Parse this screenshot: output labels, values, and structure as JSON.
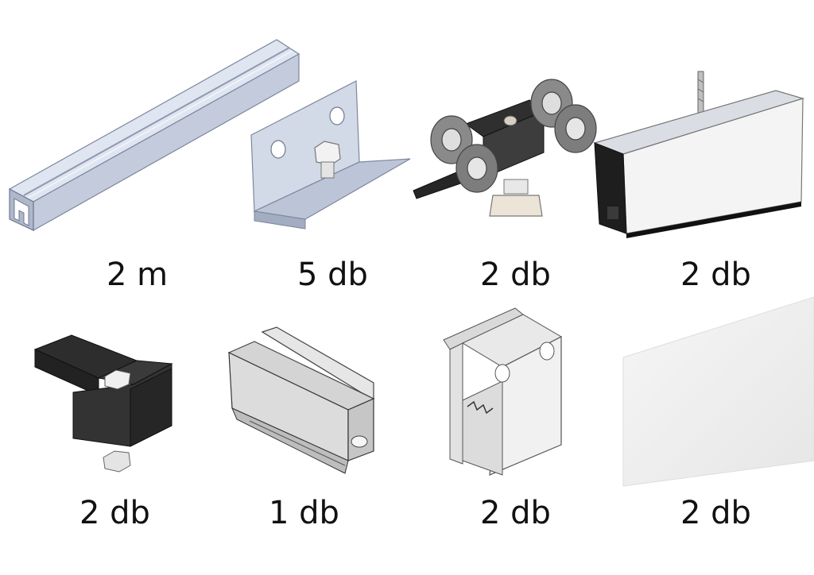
{
  "products": [
    {
      "name": "aluminium-rail",
      "quantity": "2 m"
    },
    {
      "name": "wall-mounting-bracket",
      "quantity": "5 db"
    },
    {
      "name": "roller-carriage",
      "quantity": "2 db"
    },
    {
      "name": "glass-clamp-connector",
      "quantity": "2 db"
    },
    {
      "name": "end-stop",
      "quantity": "2 db"
    },
    {
      "name": "floor-guide",
      "quantity": "1 db"
    },
    {
      "name": "glass-clamp",
      "quantity": "2 db"
    },
    {
      "name": "glass-panel",
      "quantity": "2 db"
    }
  ],
  "colors": {
    "aluminium": "#c9d1e2",
    "aluminium_dark": "#9aa4ba",
    "black_plastic": "#2e2e2e",
    "grey_plastic": "#d8d8d8",
    "chrome": "#ececec"
  }
}
